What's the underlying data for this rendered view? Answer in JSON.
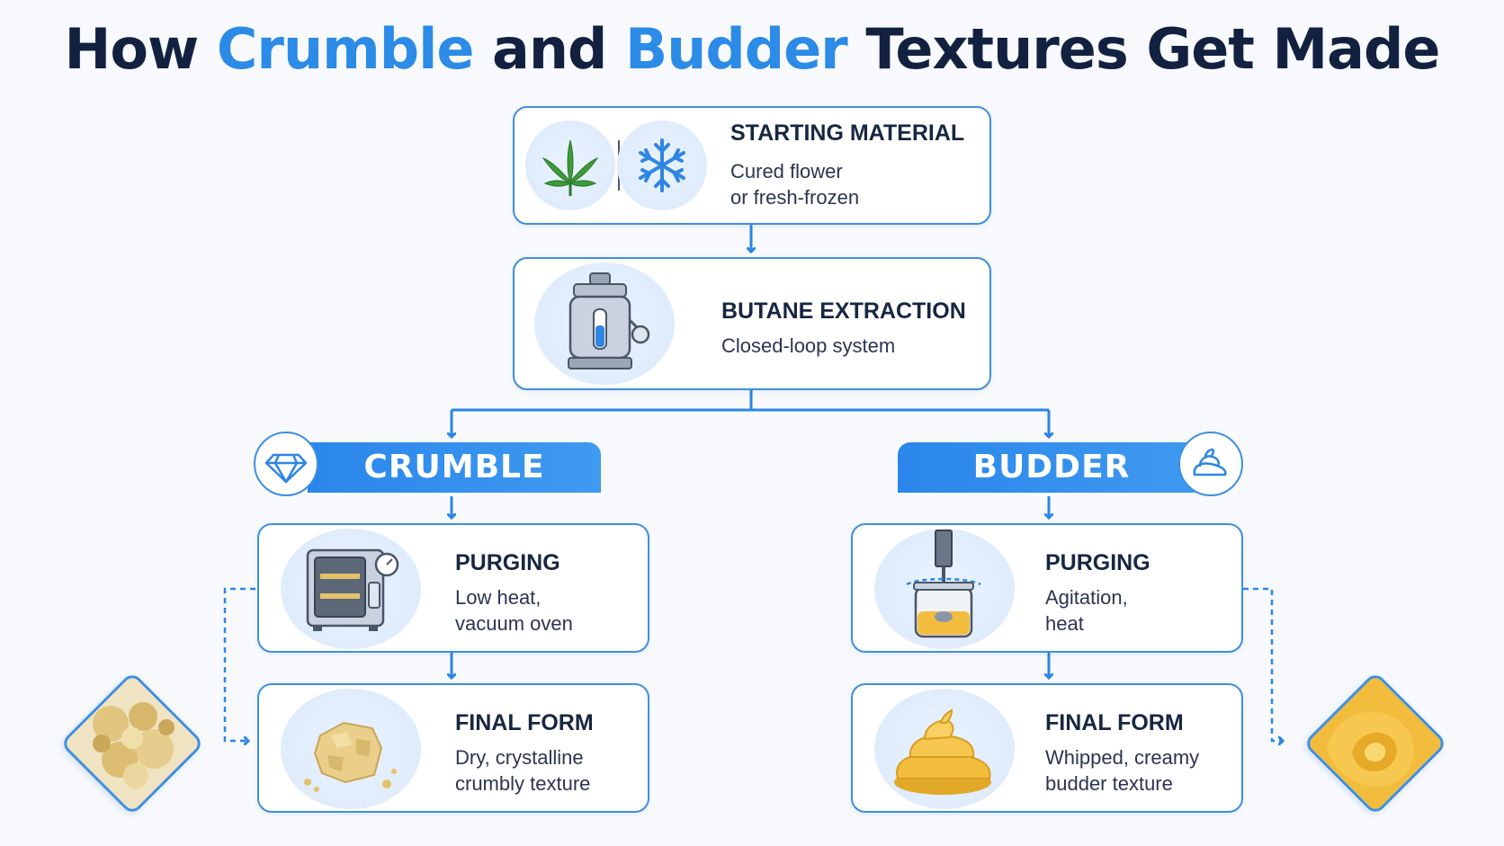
{
  "title": {
    "part1": "How ",
    "accent1": "Crumble",
    "part2": " and ",
    "accent2": "Budder",
    "part3": " Textures Get Made"
  },
  "starting": {
    "heading": "STARTING MATERIAL",
    "line1": "Cured flower",
    "line2": "or fresh-frozen",
    "icons": [
      "cannabis-leaf-icon",
      "snowflake-icon"
    ]
  },
  "extraction": {
    "heading": "BUTANE EXTRACTION",
    "line1": "Closed-loop system",
    "icon": "extraction-vessel-icon"
  },
  "crumble": {
    "label": "CRUMBLE",
    "badge_icon": "diamond-icon",
    "purging": {
      "heading": "PURGING",
      "line1": "Low heat,",
      "line2": "vacuum oven",
      "icon": "vacuum-oven-icon"
    },
    "final": {
      "heading": "FINAL FORM",
      "line1": "Dry, crystalline",
      "line2": "crumbly texture",
      "icon": "crumble-chunks-icon"
    }
  },
  "budder": {
    "label": "BUDDER",
    "badge_icon": "swirl-icon",
    "purging": {
      "heading": "PURGING",
      "line1": "Agitation,",
      "line2": "heat",
      "icon": "mixer-jar-icon"
    },
    "final": {
      "heading": "FINAL FORM",
      "line1": "Whipped, creamy",
      "line2": "budder texture",
      "icon": "budder-swirl-icon"
    }
  },
  "colors": {
    "accent": "#2b8be6",
    "border": "#3d8fe0",
    "title": "#132140",
    "gold": "#f2bc3c"
  }
}
